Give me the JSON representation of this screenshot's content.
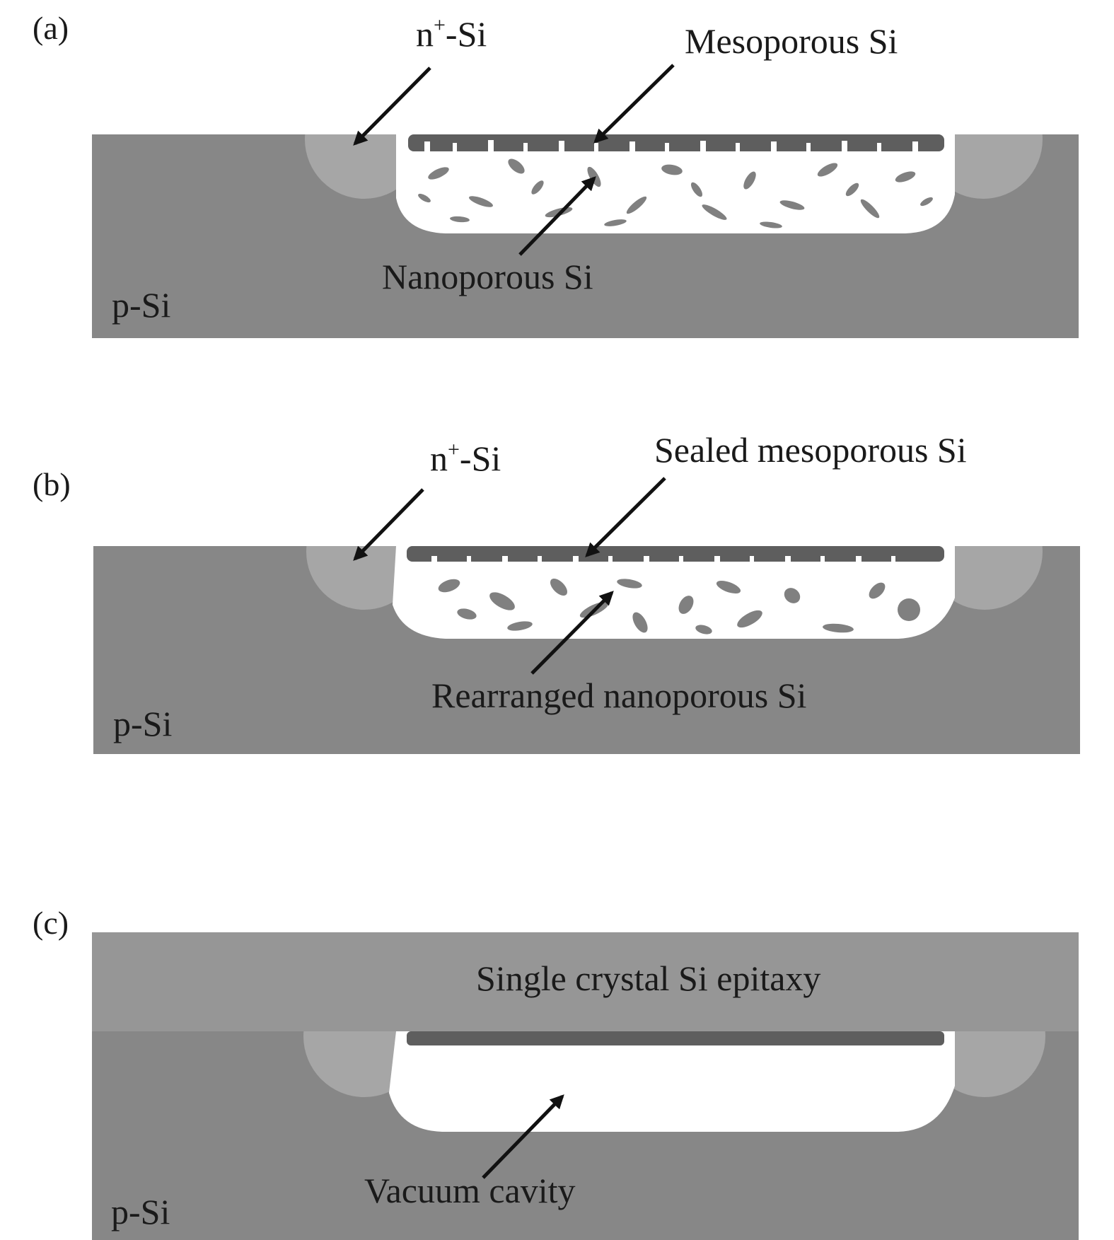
{
  "panels": {
    "a": {
      "panel_label": "(a)",
      "n_plus": {
        "base": "n",
        "sup": "+",
        "suffix": "-Si"
      },
      "mesoporous": "Mesoporous Si",
      "nanoporous": "Nanoporous Si",
      "substrate": "p-Si"
    },
    "b": {
      "panel_label": "(b)",
      "n_plus": {
        "base": "n",
        "sup": "+",
        "suffix": "-Si"
      },
      "sealed": "Sealed mesoporous Si",
      "rearranged": "Rearranged nanoporous Si",
      "substrate": "p-Si"
    },
    "c": {
      "panel_label": "(c)",
      "epitaxy": "Single crystal Si epitaxy",
      "cavity": "Vacuum cavity",
      "substrate": "p-Si"
    }
  },
  "colors": {
    "substrate": "#878787",
    "n_plus": "#a6a6a6",
    "meso_layer": "#5e5e5e",
    "epitaxy": "#969696",
    "pore": "#ffffff",
    "arrow": "#111111"
  }
}
